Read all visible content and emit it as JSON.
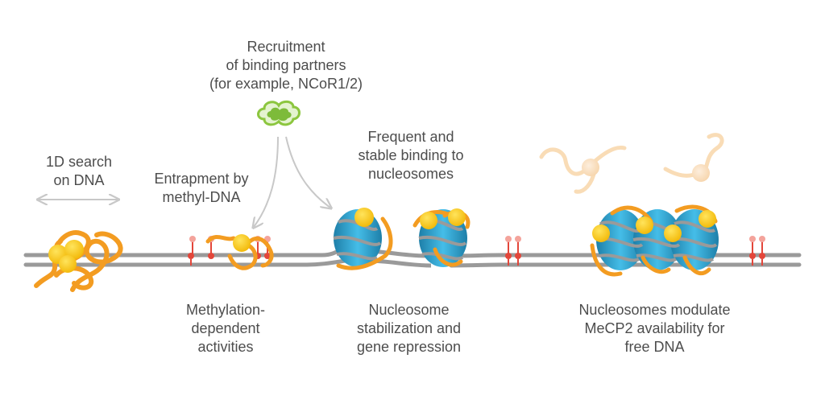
{
  "colors": {
    "dna": "#8f8f8f",
    "dna_light": "#b8b8b8",
    "mecp2_tail": "#f39c21",
    "mecp2_tail_dark": "#d9800e",
    "mecp2_body": "#f7c600",
    "mecp2_free": "#f9dcb6",
    "histone": "#2aa7d8",
    "histone_dark": "#1e7fa8",
    "methyl_pin": "#e3463a",
    "methyl_head": "#f4a39b",
    "partner": "#8cc63f",
    "arrow": "#c8c8c8",
    "text": "#4d4d4d"
  },
  "labels": {
    "recruitment": [
      "Recruitment",
      "of binding partners",
      "(for example, NCoR1/2)"
    ],
    "search": [
      "1D search",
      "on DNA"
    ],
    "entrapment": [
      "Entrapment by",
      "methyl-DNA"
    ],
    "frequent": [
      "Frequent and",
      "stable binding to",
      "nucleosomes"
    ],
    "methylation": [
      "Methylation-",
      "dependent",
      "activities"
    ],
    "nucleosome_stab": [
      "Nucleosome",
      "stabilization and",
      "gene repression"
    ],
    "modulate": [
      "Nucleosomes modulate",
      "MeCP2 availability for",
      "free DNA"
    ]
  }
}
